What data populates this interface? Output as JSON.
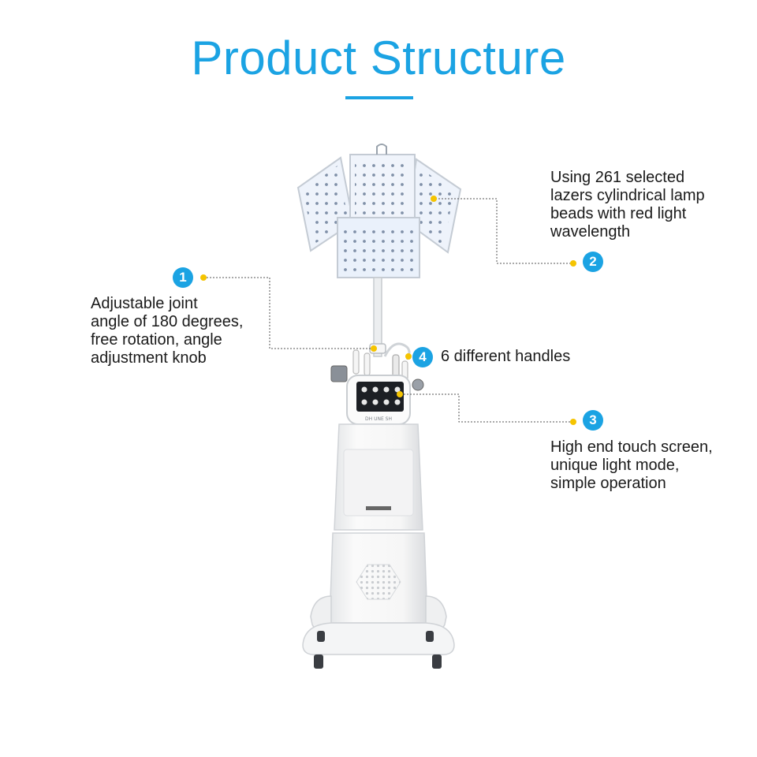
{
  "title": "Product Structure",
  "callouts": [
    {
      "number": "1",
      "text": [
        "Adjustable joint",
        "angle of 180 degrees,",
        "free rotation, angle",
        "adjustment knob"
      ]
    },
    {
      "number": "2",
      "text": [
        "Using 261 selected",
        "lazers cylindrical lamp",
        "beads with red light",
        "wavelength"
      ]
    },
    {
      "number": "3",
      "text": [
        "High end touch screen,",
        "unique light mode,",
        "simple operation"
      ]
    },
    {
      "number": "4",
      "text": [
        "6 different handles"
      ]
    }
  ],
  "device": {
    "screen_brand": "DH UNE SH"
  },
  "colors": {
    "accent": "#1ba3e3",
    "dot": "#f5c400",
    "leader": "#555555"
  }
}
